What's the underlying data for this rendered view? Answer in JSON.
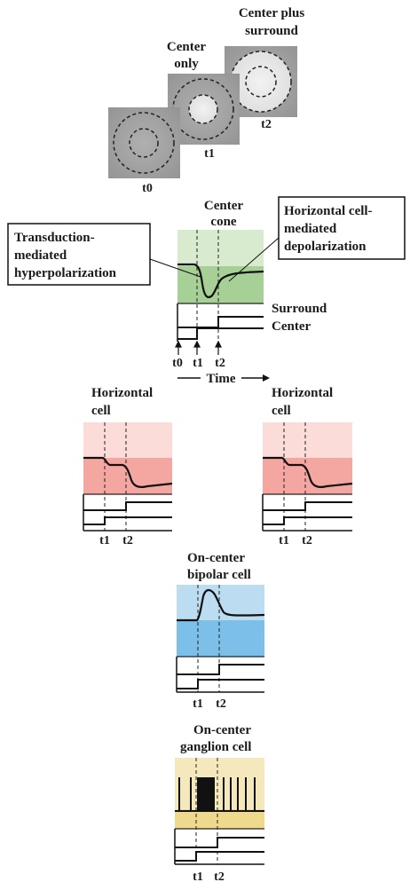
{
  "stimulus": {
    "panels": [
      {
        "time_label": "t0",
        "center": "off",
        "surround": "off"
      },
      {
        "time_label": "t1",
        "center": "on",
        "surround": "off"
      },
      {
        "time_label": "t2",
        "center": "on",
        "surround": "on"
      }
    ],
    "center_only_line1": "Center",
    "center_only_line2": "only",
    "center_plus_line1": "Center plus",
    "center_plus_line2": "surround"
  },
  "cone": {
    "title_line1": "Center",
    "title_line2": "cone",
    "callout_left": [
      "Transduction-",
      "mediated",
      "hyperpolarization"
    ],
    "callout_right": [
      "Horizontal cell-",
      "mediated",
      "depolarization"
    ],
    "trace_surround_label": "Surround",
    "trace_center_label": "Center",
    "ticks": [
      "t0",
      "t1",
      "t2"
    ],
    "time_label": "Time"
  },
  "horizontal_left": {
    "title_line1": "Horizontal",
    "title_line2": "cell",
    "ticks": [
      "t1",
      "t2"
    ]
  },
  "horizontal_right": {
    "title_line1": "Horizontal",
    "title_line2": "cell",
    "ticks": [
      "t1",
      "t2"
    ]
  },
  "bipolar": {
    "title_line1": "On-center",
    "title_line2": "bipolar cell",
    "ticks": [
      "t1",
      "t2"
    ]
  },
  "ganglion": {
    "title_line1": "On-center",
    "title_line2": "ganglion cell",
    "ticks": [
      "t1",
      "t2"
    ]
  },
  "colors": {
    "cone_light": "#d8ebcf",
    "cone_dark": "#a6d096",
    "horiz_light": "#fbdcd8",
    "horiz_dark": "#f4a7a0",
    "bipolar_light": "#bcdcf2",
    "bipolar_dark": "#7cc0ea",
    "ganglion_light": "#f6e8bd",
    "ganglion_dark": "#efd98c",
    "gray_light": "#e8e8e8",
    "gray_mid": "#9b9b9b",
    "gray_dark": "#8f8f8f"
  }
}
